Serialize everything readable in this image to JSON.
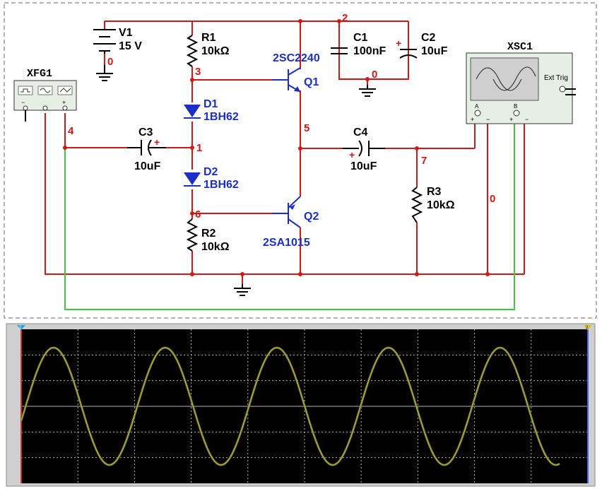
{
  "schematic": {
    "v1": {
      "name": "V1",
      "value": "15 V"
    },
    "r1": {
      "name": "R1",
      "value": "10kΩ"
    },
    "r2": {
      "name": "R2",
      "value": "10kΩ"
    },
    "r3": {
      "name": "R3",
      "value": "10kΩ"
    },
    "c1": {
      "name": "C1",
      "value": "100nF"
    },
    "c2": {
      "name": "C2",
      "value": "10uF"
    },
    "c3": {
      "name": "C3",
      "value": "10uF"
    },
    "c4": {
      "name": "C4",
      "value": "10uF"
    },
    "d1": {
      "name": "D1",
      "value": "1BH62"
    },
    "d2": {
      "name": "D2",
      "value": "1BH62"
    },
    "q1": {
      "name": "Q1",
      "value": "2SC2240"
    },
    "q2": {
      "name": "Q2",
      "value": "2SA1015"
    },
    "xfg1": {
      "name": "XFG1"
    },
    "xsc1": {
      "name": "XSC1",
      "ext_trig": "Ext Trig",
      "ch_a": "A",
      "ch_b": "B"
    },
    "nodes": {
      "n0": "0",
      "n0b": "0",
      "n0c": "0",
      "n1": "1",
      "n2": "2",
      "n3": "3",
      "n4": "4",
      "n5": "5",
      "n6": "6",
      "n7": "7"
    },
    "colors": {
      "wire": "#d01818",
      "transistor": "#1b2fc8",
      "probe_b": "#3fc83f"
    }
  },
  "oscilloscope": {
    "colors": {
      "background": "#000000",
      "grid": "#b8b8b8",
      "channel_a": "#d03030",
      "channel_b": "#3fe03f"
    },
    "grid": {
      "columns": 10,
      "rows": 6
    },
    "cursor_markers": [
      "1",
      "2"
    ]
  }
}
